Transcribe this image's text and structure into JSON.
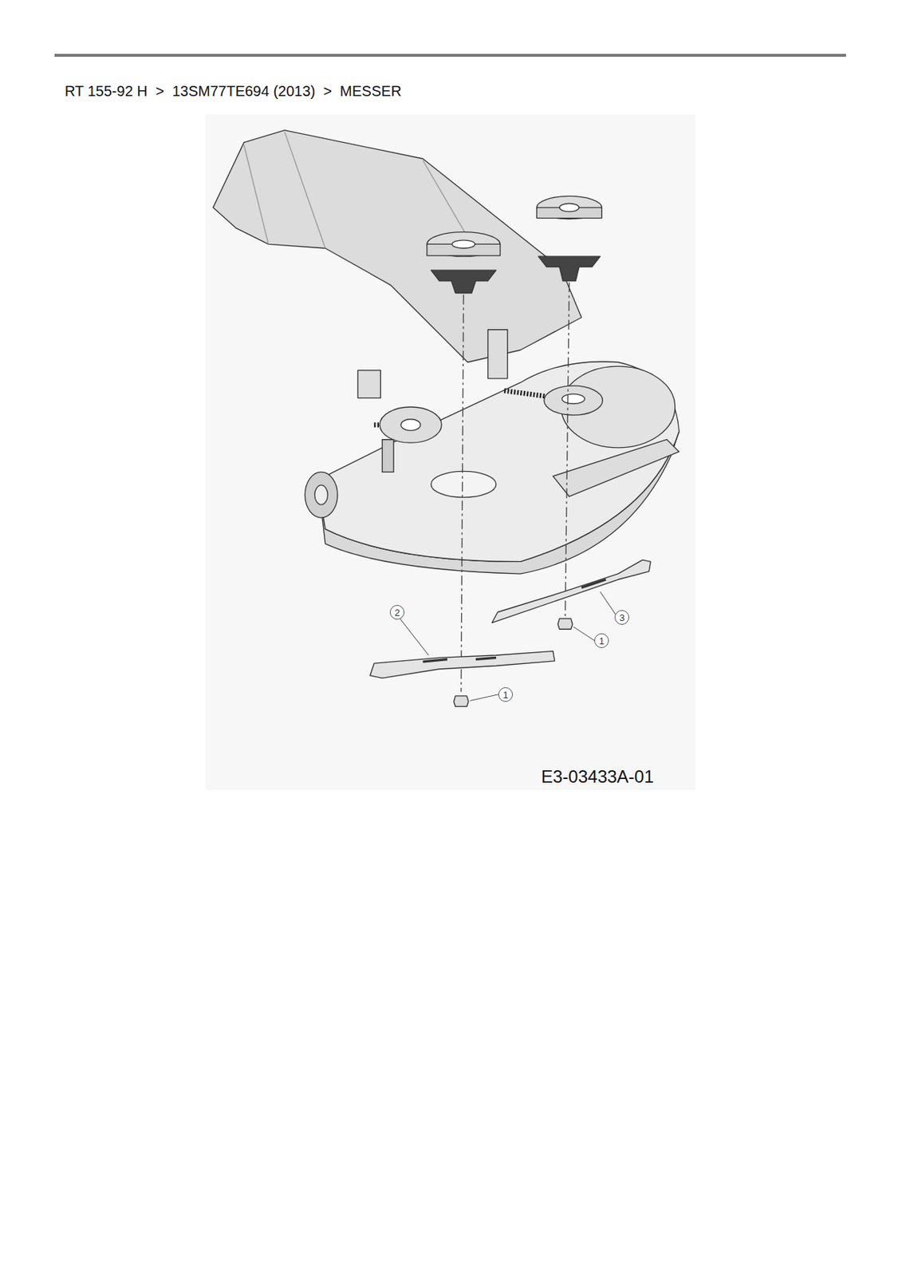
{
  "diagram": {
    "title": "RT 155-92 H  >  13SM77TE694 (2013)  >  MESSER",
    "labels": [
      "2",
      "3",
      "1",
      "1",
      "E3-03433A-01"
    ]
  }
}
